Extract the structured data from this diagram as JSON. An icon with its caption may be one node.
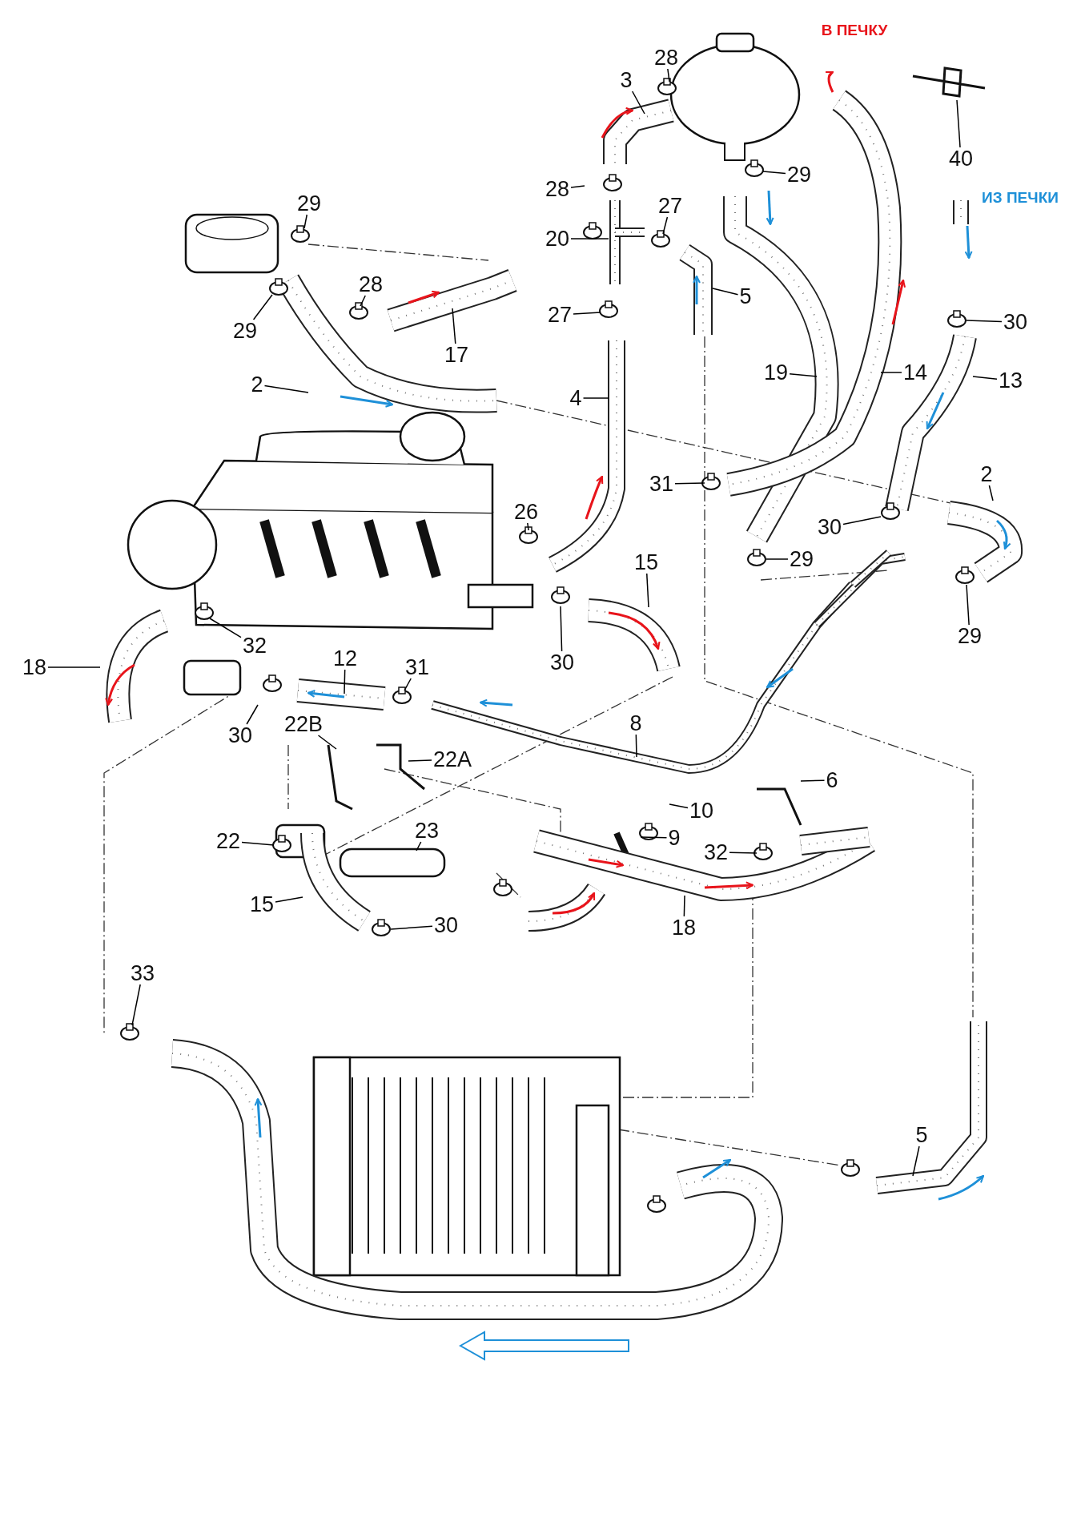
{
  "diagram": {
    "nodes": [
      {
        "text": [
          "3"
        ]
      },
      {
        "text": [
          "28"
        ]
      },
      {
        "text": [
          "40"
        ]
      },
      {
        "text": [
          "29"
        ]
      },
      {
        "text": [
          "28"
        ]
      },
      {
        "text": [
          "29"
        ]
      },
      {
        "text": [
          "27"
        ]
      },
      {
        "text": [
          "20"
        ]
      },
      {
        "text": [
          "28"
        ]
      },
      {
        "text": [
          "29"
        ]
      },
      {
        "text": [
          "17"
        ]
      },
      {
        "text": [
          "27"
        ]
      },
      {
        "text": [
          "5"
        ]
      },
      {
        "text": [
          "30"
        ]
      },
      {
        "text": [
          "2"
        ]
      },
      {
        "text": [
          "4"
        ]
      },
      {
        "text": [
          "19"
        ]
      },
      {
        "text": [
          "14"
        ]
      },
      {
        "text": [
          "13"
        ]
      },
      {
        "text": [
          "2"
        ]
      },
      {
        "text": [
          "31"
        ]
      },
      {
        "text": [
          "26"
        ]
      },
      {
        "text": [
          "30"
        ]
      },
      {
        "text": [
          "29"
        ]
      },
      {
        "text": [
          "15"
        ]
      },
      {
        "text": [
          "29"
        ]
      },
      {
        "text": [
          "32"
        ]
      },
      {
        "text": [
          "30"
        ]
      },
      {
        "text": [
          "18"
        ]
      },
      {
        "text": [
          "12"
        ]
      },
      {
        "text": [
          "31"
        ]
      },
      {
        "text": [
          "30"
        ]
      },
      {
        "text": [
          "22B"
        ]
      },
      {
        "text": [
          "22A"
        ]
      },
      {
        "text": [
          "8"
        ]
      },
      {
        "text": [
          "6"
        ]
      },
      {
        "text": [
          "10"
        ]
      },
      {
        "text": [
          "23"
        ]
      },
      {
        "text": [
          "22"
        ]
      },
      {
        "text": [
          "9"
        ]
      },
      {
        "text": [
          "32"
        ]
      },
      {
        "text": [
          "15"
        ]
      },
      {
        "text": [
          "30"
        ]
      },
      {
        "text": [
          "18"
        ]
      },
      {
        "text": [
          "33"
        ]
      },
      {
        "text": [
          "5"
        ]
      }
    ],
    "edges": [
      {
        "from": 0,
        "to": null,
        "arrow": "none"
      },
      {
        "from": 1,
        "to": null,
        "arrow": "none"
      },
      {
        "from": 2,
        "to": null,
        "arrow": "none"
      },
      {
        "from": 3,
        "to": null,
        "arrow": "none"
      },
      {
        "from": 4,
        "to": null,
        "arrow": "none"
      },
      {
        "from": 5,
        "to": null,
        "arrow": "none"
      },
      {
        "from": 6,
        "to": null,
        "arrow": "none"
      },
      {
        "from": 7,
        "to": null,
        "arrow": "none"
      },
      {
        "from": 8,
        "to": null,
        "arrow": "none"
      },
      {
        "from": 9,
        "to": null,
        "arrow": "none"
      },
      {
        "from": 10,
        "to": null,
        "arrow": "none"
      },
      {
        "from": 11,
        "to": null,
        "arrow": "none"
      },
      {
        "from": 12,
        "to": null,
        "arrow": "none"
      },
      {
        "from": 13,
        "to": null,
        "arrow": "none"
      },
      {
        "from": 14,
        "to": null,
        "arrow": "none"
      },
      {
        "from": 15,
        "to": null,
        "arrow": "none"
      },
      {
        "from": 16,
        "to": null,
        "arrow": "none"
      },
      {
        "from": 17,
        "to": null,
        "arrow": "none"
      },
      {
        "from": 18,
        "to": null,
        "arrow": "none"
      },
      {
        "from": 19,
        "to": null,
        "arrow": "none"
      },
      {
        "from": 20,
        "to": null,
        "arrow": "none"
      },
      {
        "from": 21,
        "to": null,
        "arrow": "none"
      },
      {
        "from": 22,
        "to": null,
        "arrow": "none"
      },
      {
        "from": 23,
        "to": null,
        "arrow": "none"
      },
      {
        "from": 24,
        "to": null,
        "arrow": "none"
      },
      {
        "from": 25,
        "to": null,
        "arrow": "none"
      },
      {
        "from": 26,
        "to": null,
        "arrow": "none"
      },
      {
        "from": 27,
        "to": null,
        "arrow": "none"
      },
      {
        "from": 28,
        "to": null,
        "arrow": "none"
      },
      {
        "from": 29,
        "to": null,
        "arrow": "none"
      },
      {
        "from": 30,
        "to": null,
        "arrow": "none"
      },
      {
        "from": 31,
        "to": null,
        "arrow": "none"
      },
      {
        "from": 32,
        "to": null,
        "arrow": "none"
      },
      {
        "from": 33,
        "to": null,
        "arrow": "none"
      },
      {
        "from": 34,
        "to": null,
        "arrow": "none"
      },
      {
        "from": 35,
        "to": null,
        "arrow": "none"
      },
      {
        "from": 36,
        "to": null,
        "arrow": "none"
      },
      {
        "from": 37,
        "to": null,
        "arrow": "none"
      },
      {
        "from": 38,
        "to": null,
        "arrow": "none"
      },
      {
        "from": 39,
        "to": null,
        "arrow": "none"
      },
      {
        "from": 40,
        "to": null,
        "arrow": "none"
      },
      {
        "from": 41,
        "to": null,
        "arrow": "none"
      },
      {
        "from": 42,
        "to": null,
        "arrow": "none"
      },
      {
        "from": 43,
        "to": null,
        "arrow": "none"
      },
      {
        "from": 44,
        "to": null,
        "arrow": "none"
      },
      {
        "from": 45,
        "to": null,
        "arrow": "none"
      }
    ],
    "labels": [
      "В ПЕЧКУ",
      "ИЗ ПЕЧКИ"
    ]
  }
}
